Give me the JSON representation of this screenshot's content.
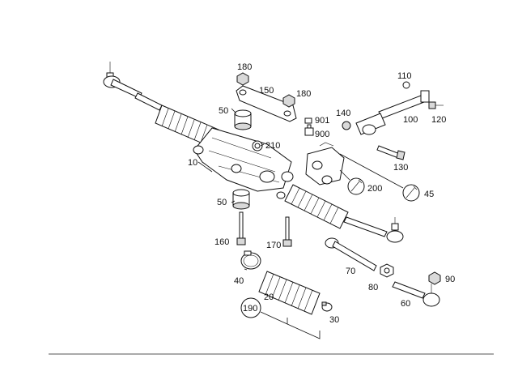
{
  "callouts": {
    "c10": "10",
    "c20": "20",
    "c30": "30",
    "c40": "40",
    "c45": "45",
    "c50a": "50",
    "c50b": "50",
    "c60": "60",
    "c70": "70",
    "c80": "80",
    "c90": "90",
    "c100": "100",
    "c110": "110",
    "c120": "120",
    "c130": "130",
    "c140": "140",
    "c150": "150",
    "c160": "160",
    "c170": "170",
    "c180a": "180",
    "c180b": "180",
    "c190": "190",
    "c200": "200",
    "c210": "210",
    "c900": "900",
    "c901": "901"
  }
}
